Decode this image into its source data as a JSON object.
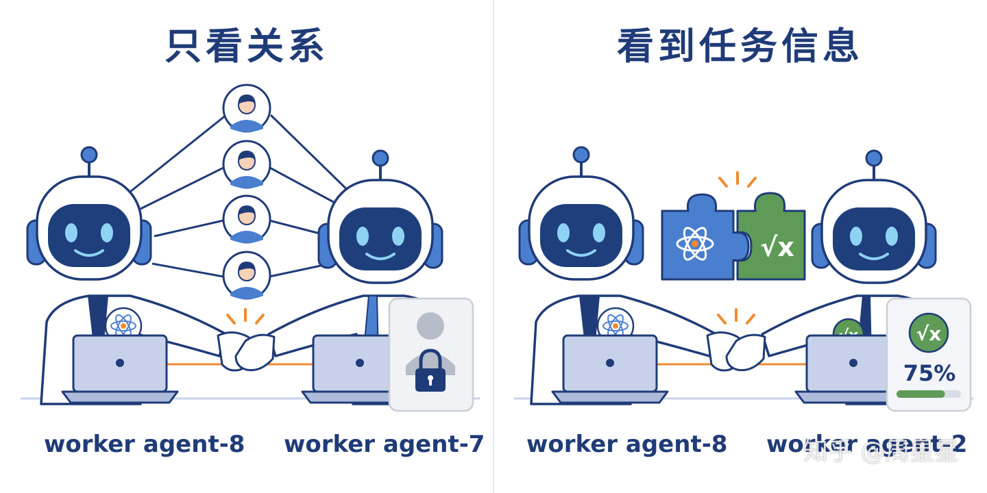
{
  "left_panel": {
    "title": "只看关系",
    "agent_left_label": "worker agent-8",
    "agent_right_label": "worker agent-7"
  },
  "right_panel": {
    "title": "看到任务信息",
    "agent_left_label": "worker agent-8",
    "agent_right_label": "worker agent-2",
    "progress_text": "75%",
    "progress_fraction": 0.75,
    "math_symbol": "√x"
  },
  "watermark": "知乎 @周星星",
  "colors": {
    "navy": "#1f3b78",
    "robot_face": "#1e3f7c",
    "robot_eye": "#8fd3f4",
    "accent_blue": "#4a7fd0",
    "accent_green": "#5e9b56",
    "accent_orange": "#ef8a2f"
  }
}
